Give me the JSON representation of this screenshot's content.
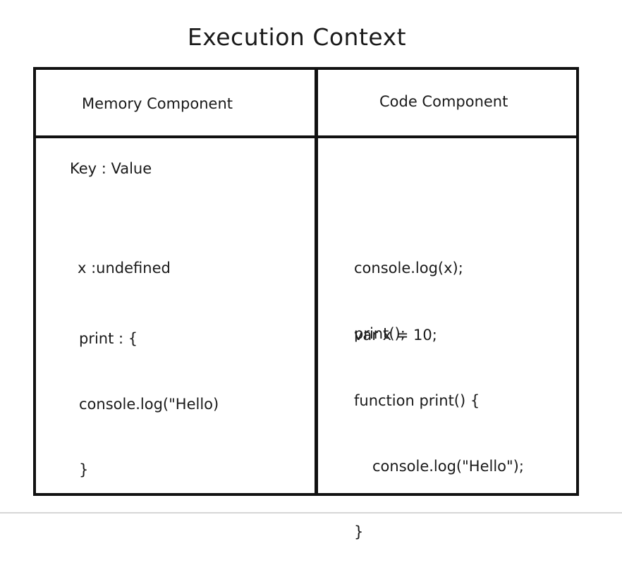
{
  "diagram": {
    "title": "Execution Context",
    "memory": {
      "header": "Memory Component",
      "key_value_label": "Key : Value",
      "entries": [
        {
          "lines": [
            "x :undefined"
          ]
        },
        {
          "lines": [
            "print : {",
            "console.log(\"Hello)",
            "}"
          ]
        }
      ]
    },
    "code": {
      "header": "Code Component",
      "block1": [
        "console.log(x);",
        "print();"
      ],
      "block2": [
        "var x = 10;",
        "function print() {",
        "console.log(\"Hello\");",
        "}"
      ]
    }
  },
  "colors": {
    "border": "#111111",
    "text": "#1a1a1a",
    "background": "#ffffff"
  }
}
